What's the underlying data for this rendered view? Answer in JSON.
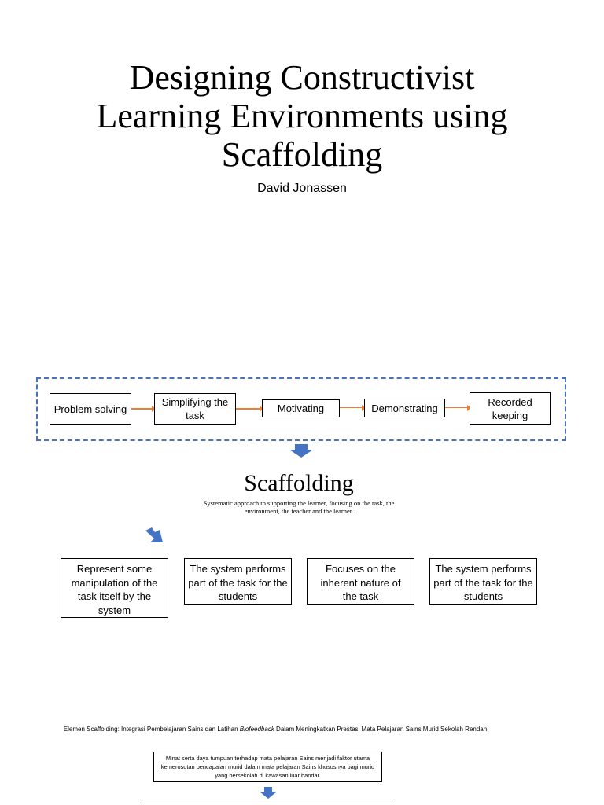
{
  "title": {
    "lines": [
      "Designing Constructivist",
      "Learning Environments using",
      "Scaffolding"
    ],
    "author": "David Jonassen"
  },
  "flow": {
    "steps": [
      "Problem solving",
      "Simplifying the task",
      "Motivating",
      "Demonstrating",
      "Recorded keeping"
    ],
    "arrow_color": "#ed7d31",
    "frame_color": "#4a72b8"
  },
  "scaffolding": {
    "heading": "Scaffolding",
    "description": "Systematic approach to supporting the learner, focusing on the task, the environment, the teacher and the learner."
  },
  "cards": [
    "Represent some manipulation of the task itself by the system",
    "The system performs part of the task for the students",
    "Focuses on the inherent nature of the task",
    "The system performs part of the task for the students"
  ],
  "caption": {
    "before": "Elemen Scaffolding: Integrasi Pembelajaran Sains dan Latihan ",
    "italic": "Biofeedback",
    "after": " Dalam Meningkatkan Prestasi Mata Pelajaran Sains Murid Sekolah Rendah"
  },
  "statement": "Minat serta daya tumpuan terhadap mata pelajaran Sains menjadi faktor utama kemerosotan pencapaian murid dalam mata pelajaran Sains khususnya bagi murid yang bersekolah di kawasan luar bandar.",
  "accent_arrow_color": "#4472c4"
}
